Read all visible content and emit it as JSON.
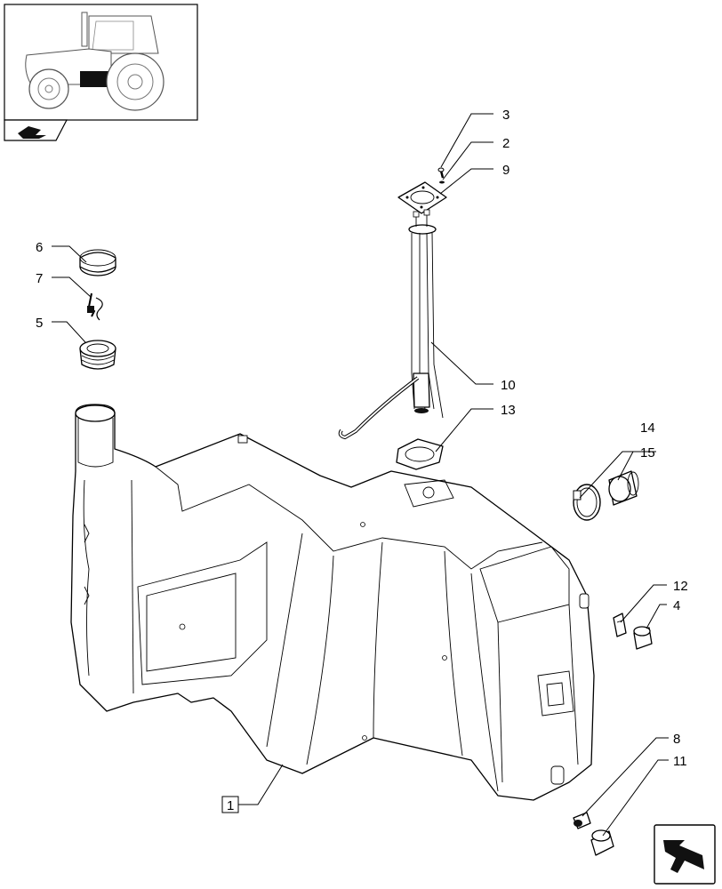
{
  "callouts": {
    "c1": "1",
    "c2": "2",
    "c3": "3",
    "c4": "4",
    "c5": "5",
    "c6": "6",
    "c7": "7",
    "c8": "8",
    "c9": "9",
    "c10": "10",
    "c11": "11",
    "c12": "12",
    "c13": "13",
    "c14": "14",
    "c15": "15"
  },
  "icons": {
    "header": "tractor-thumbnail-icon",
    "section": "page-return-icon",
    "nav": "next-page-arrow-icon"
  }
}
